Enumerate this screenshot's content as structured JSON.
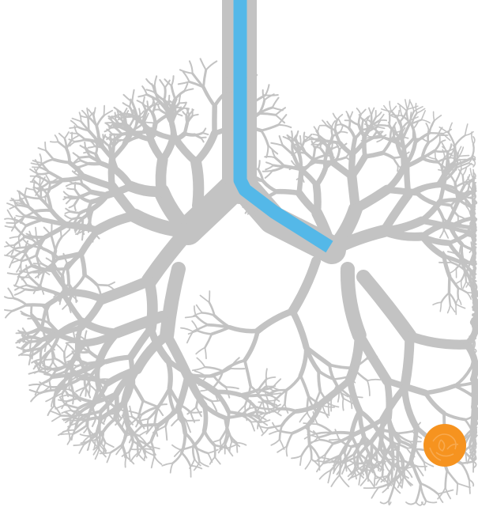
{
  "colors": {
    "background": "#ffffff",
    "airway": "#c3c3c3",
    "scope_path": "#54b8e8",
    "target_nodule": "#f6931f",
    "nodule_detail": "#f9b15e"
  },
  "airway_tree": {
    "trachea": true,
    "left_lung": true,
    "right_lung": true
  },
  "navigation_path": {
    "route": [
      "trachea",
      "carina",
      "left-main-bronchus",
      "left-lower-lobe"
    ]
  },
  "target": {
    "icon": "nodule-icon",
    "lung": "left-lung"
  }
}
